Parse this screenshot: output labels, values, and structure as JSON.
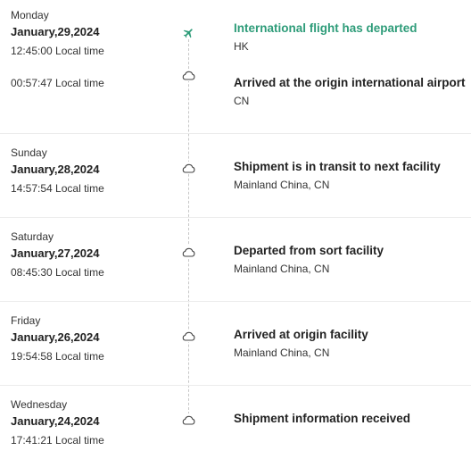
{
  "groups": [
    {
      "day": "Monday",
      "date": "January,29,2024",
      "events": [
        {
          "time": "12:45:00 Local time",
          "title": "International flight has departed",
          "location": "HK",
          "icon": "plane-icon"
        },
        {
          "time": "00:57:47 Local time",
          "title": "Arrived at the origin international airport",
          "location": "CN",
          "icon": "cloud-icon"
        }
      ]
    },
    {
      "day": "Sunday",
      "date": "January,28,2024",
      "events": [
        {
          "time": "14:57:54 Local time",
          "title": "Shipment is in transit to next facility",
          "location": "Mainland China, CN",
          "icon": "cloud-icon"
        }
      ]
    },
    {
      "day": "Saturday",
      "date": "January,27,2024",
      "events": [
        {
          "time": "08:45:30 Local time",
          "title": "Departed from sort facility",
          "location": "Mainland China, CN",
          "icon": "cloud-icon"
        }
      ]
    },
    {
      "day": "Friday",
      "date": "January,26,2024",
      "events": [
        {
          "time": "19:54:58 Local time",
          "title": "Arrived at origin facility",
          "location": "Mainland China, CN",
          "icon": "cloud-icon"
        }
      ]
    },
    {
      "day": "Wednesday",
      "date": "January,24,2024",
      "events": [
        {
          "time": "17:41:21 Local time",
          "title": "Shipment information received",
          "location": "",
          "icon": "cloud-icon"
        }
      ]
    }
  ],
  "colors": {
    "active": "#2e9c79",
    "text": "#222222",
    "line": "#c8c8c8"
  }
}
